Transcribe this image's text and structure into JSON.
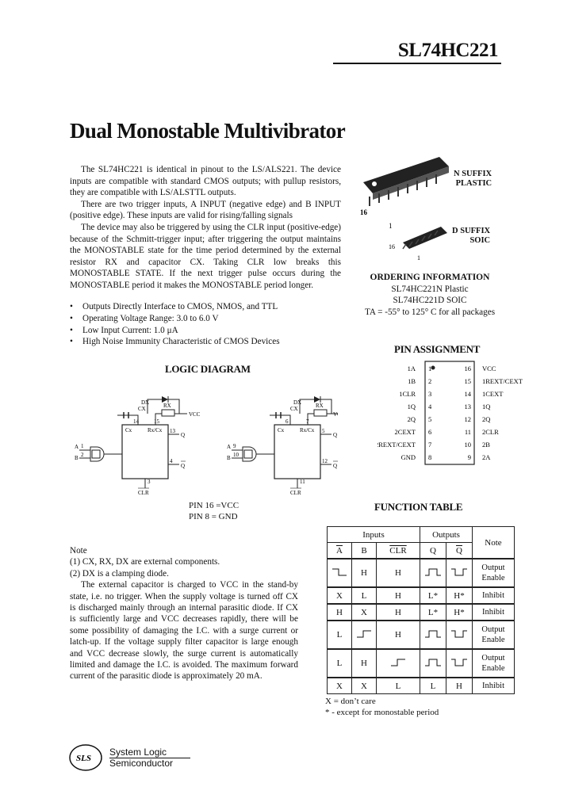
{
  "header": {
    "part_number": "SL74HC221"
  },
  "title": "Dual Monostable Multivibrator",
  "description": [
    "The SL74HC221 is identical in pinout to the LS/ALS221. The device inputs are compatible with standard CMOS outputs; with pullup resistors, they are compatible with LS/ALSTTL outputs.",
    "There are two trigger inputs, A INPUT (negative edge) and B INPUT (positive edge). These inputs are valid for rising/falling signals",
    "The device may also be triggered by using the CLR input (positive-edge) because of the Schmitt-trigger input; after triggering the output maintains the MONOSTABLE state for the time period determined by the external resistor RX and capacitor CX. Taking CLR low breaks this MONOSTABLE STATE. If the next trigger pulse occurs during the MONOSTABLE period it makes the MONOSTABLE period longer."
  ],
  "features": [
    "Outputs Directly Interface to CMOS, NMOS, and TTL",
    "Operating Voltage Range: 3.0 to 6.0 V",
    "Low Input Current: 1.0 μA",
    "High Noise Immunity Characteristic of CMOS Devices"
  ],
  "package": {
    "n_suffix": "N SUFFIX",
    "n_type": "PLASTIC",
    "d_suffix": "D SUFFIX",
    "d_type": "SOIC",
    "pin16": "16",
    "pin1": "1"
  },
  "ordering": {
    "heading": "ORDERING INFORMATION",
    "line1": "SL74HC221N Plastic",
    "line2": "SL74HC221D SOIC",
    "line3": "TA = -55° to 125° C for all packages"
  },
  "pin_assignment": {
    "heading": "PIN ASSIGNMENT",
    "left": [
      "1A",
      "1B",
      "1CLR",
      "1Q",
      "2Q",
      "2CEXT",
      "2REXT/CEXT",
      "GND"
    ],
    "left_nums": [
      "1",
      "2",
      "3",
      "4",
      "5",
      "6",
      "7",
      "8"
    ],
    "right": [
      "VCC",
      "1REXT/CEXT",
      "1CEXT",
      "1Q",
      "2Q",
      "2CLR",
      "2B",
      "2A"
    ],
    "right_nums": [
      "16",
      "15",
      "14",
      "13",
      "12",
      "11",
      "10",
      "9"
    ]
  },
  "logic": {
    "heading": "LOGIC DIAGRAM",
    "cx": "CX",
    "rx": "RX",
    "dx": "DX",
    "vcc": "VCC",
    "pins_a": [
      "14",
      "15",
      "1",
      "2",
      "13",
      "4",
      "3"
    ],
    "pins_b": [
      "6",
      "7",
      "9",
      "10",
      "5",
      "12",
      "11"
    ],
    "labels": {
      "a": "A",
      "b": "B",
      "q": "Q",
      "qbar": "Q",
      "clr": "CLR",
      "cx_in": "Cx",
      "rxcx_in": "Rx/Cx"
    },
    "pin_note_1": "PIN 16 =VCC",
    "pin_note_2": "PIN 8 = GND"
  },
  "function_table": {
    "heading": "FUNCTION TABLE",
    "group_inputs": "Inputs",
    "group_outputs": "Outputs",
    "col_note": "Note",
    "cols": [
      "A",
      "B",
      "CLR",
      "Q",
      "Q"
    ],
    "rows": [
      {
        "a": "fall",
        "b": "H",
        "clr": "H",
        "q": "pos",
        "qb": "neg",
        "note": "Output Enable"
      },
      {
        "a": "X",
        "b": "L",
        "clr": "H",
        "q": "L*",
        "qb": "H*",
        "note": "Inhibit"
      },
      {
        "a": "H",
        "b": "X",
        "clr": "H",
        "q": "L*",
        "qb": "H*",
        "note": "Inhibit"
      },
      {
        "a": "L",
        "b": "rise",
        "clr": "H",
        "q": "pos",
        "qb": "neg",
        "note": "Output Enable"
      },
      {
        "a": "L",
        "b": "H",
        "clr": "rise",
        "q": "pos",
        "qb": "neg",
        "note": "Output Enable"
      },
      {
        "a": "X",
        "b": "X",
        "clr": "L",
        "q": "L",
        "qb": "H",
        "note": "Inhibit"
      }
    ],
    "legend_1": "X = don’t care",
    "legend_2": "* - except for monostable period"
  },
  "note": {
    "heading": "Note",
    "n1": "(1) CX, RX, DX are external components.",
    "n2": "(2) DX is a clamping diode.",
    "body": "The external capacitor is charged to VCC in the stand-by state, i.e. no trigger. When the supply voltage is turned off CX is discharged mainly through an internal parasitic diode. If CX is sufficiently large and VCC decreases rapidly, there will be some possibility of damaging the I.C. with a surge current or latch-up. If the voltage supply filter capacitor is large enough and VCC decrease slowly, the surge current is automatically limited and damage the I.C. is avoided. The maximum forward current of the parasitic diode is approximately 20 mA."
  },
  "footer": {
    "logo": "SLS",
    "company_line1": "System Logic",
    "company_line2": "Semiconductor"
  }
}
